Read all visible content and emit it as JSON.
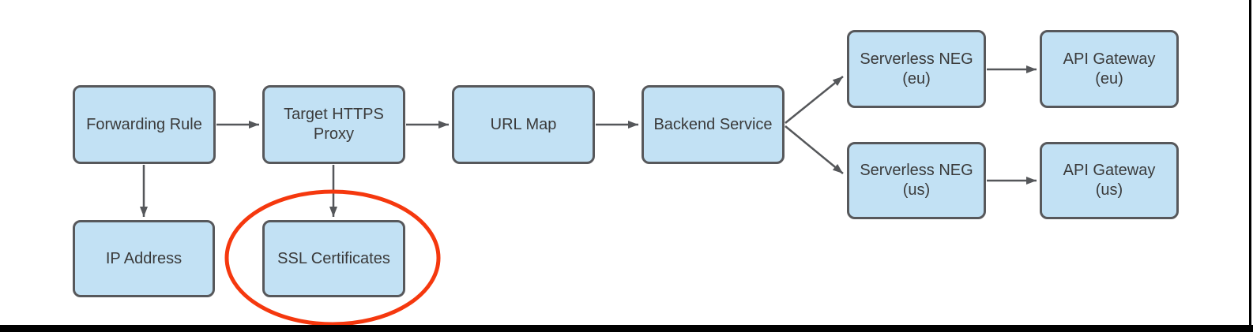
{
  "diagram": {
    "nodes": {
      "forwarding_rule": {
        "label": "Forwarding Rule"
      },
      "target_https_proxy": {
        "label": "Target HTTPS\nProxy"
      },
      "url_map": {
        "label": "URL Map"
      },
      "backend_service": {
        "label": "Backend Service"
      },
      "serverless_neg_eu": {
        "label": "Serverless NEG\n(eu)"
      },
      "api_gateway_eu": {
        "label": "API Gateway\n(eu)"
      },
      "serverless_neg_us": {
        "label": "Serverless NEG\n(us)"
      },
      "api_gateway_us": {
        "label": "API Gateway\n(us)"
      },
      "ip_address": {
        "label": "IP Address"
      },
      "ssl_certificates": {
        "label": "SSL Certificates"
      }
    },
    "edges": [
      {
        "from": "forwarding_rule",
        "to": "target_https_proxy"
      },
      {
        "from": "target_https_proxy",
        "to": "url_map"
      },
      {
        "from": "url_map",
        "to": "backend_service"
      },
      {
        "from": "backend_service",
        "to": "serverless_neg_eu"
      },
      {
        "from": "backend_service",
        "to": "serverless_neg_us"
      },
      {
        "from": "serverless_neg_eu",
        "to": "api_gateway_eu"
      },
      {
        "from": "serverless_neg_us",
        "to": "api_gateway_us"
      },
      {
        "from": "forwarding_rule",
        "to": "ip_address"
      },
      {
        "from": "target_https_proxy",
        "to": "ssl_certificates"
      }
    ],
    "annotations": [
      {
        "type": "ellipse-highlight",
        "around": "ssl_certificates",
        "color": "#F5380E"
      }
    ]
  },
  "colors": {
    "node_fill": "#C2E1F4",
    "node_border": "#57585B",
    "arrow_color": "#55575A",
    "oval_color": "#F5380E",
    "text_color": "#3A3A3A",
    "window_edge": "#000000",
    "background": "#FFFFFF"
  }
}
